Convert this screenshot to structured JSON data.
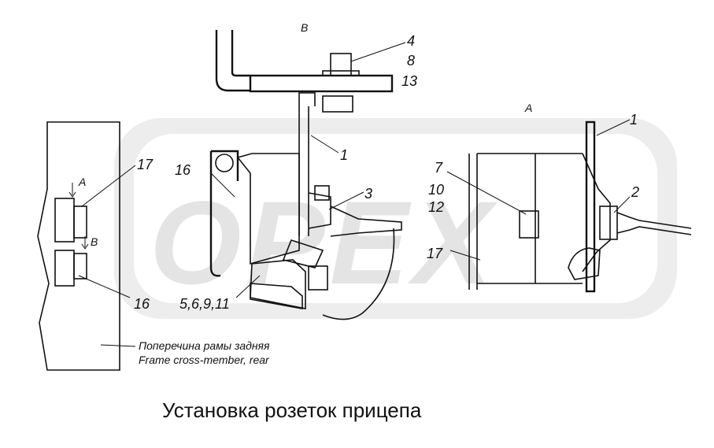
{
  "title": "Установка розеток прицепа",
  "watermark": "OPEX",
  "views": {
    "a": "A",
    "b": "B"
  },
  "labels": {
    "l4": "4",
    "l8": "8",
    "l13": "13",
    "l1_top": "1",
    "l3": "3",
    "l16": "16",
    "l17": "17",
    "l5_11": "5,6,9,11",
    "l7": "7",
    "l10": "10",
    "l12": "12",
    "l17_right": "17",
    "l1_right": "1",
    "l2": "2",
    "l17_side": "17",
    "l16_side": "16",
    "arrow_a": "A",
    "arrow_b": "B"
  },
  "notes": {
    "frame_ru": "Поперечина рамы задняя",
    "frame_en": "Frame cross-member, rear"
  }
}
